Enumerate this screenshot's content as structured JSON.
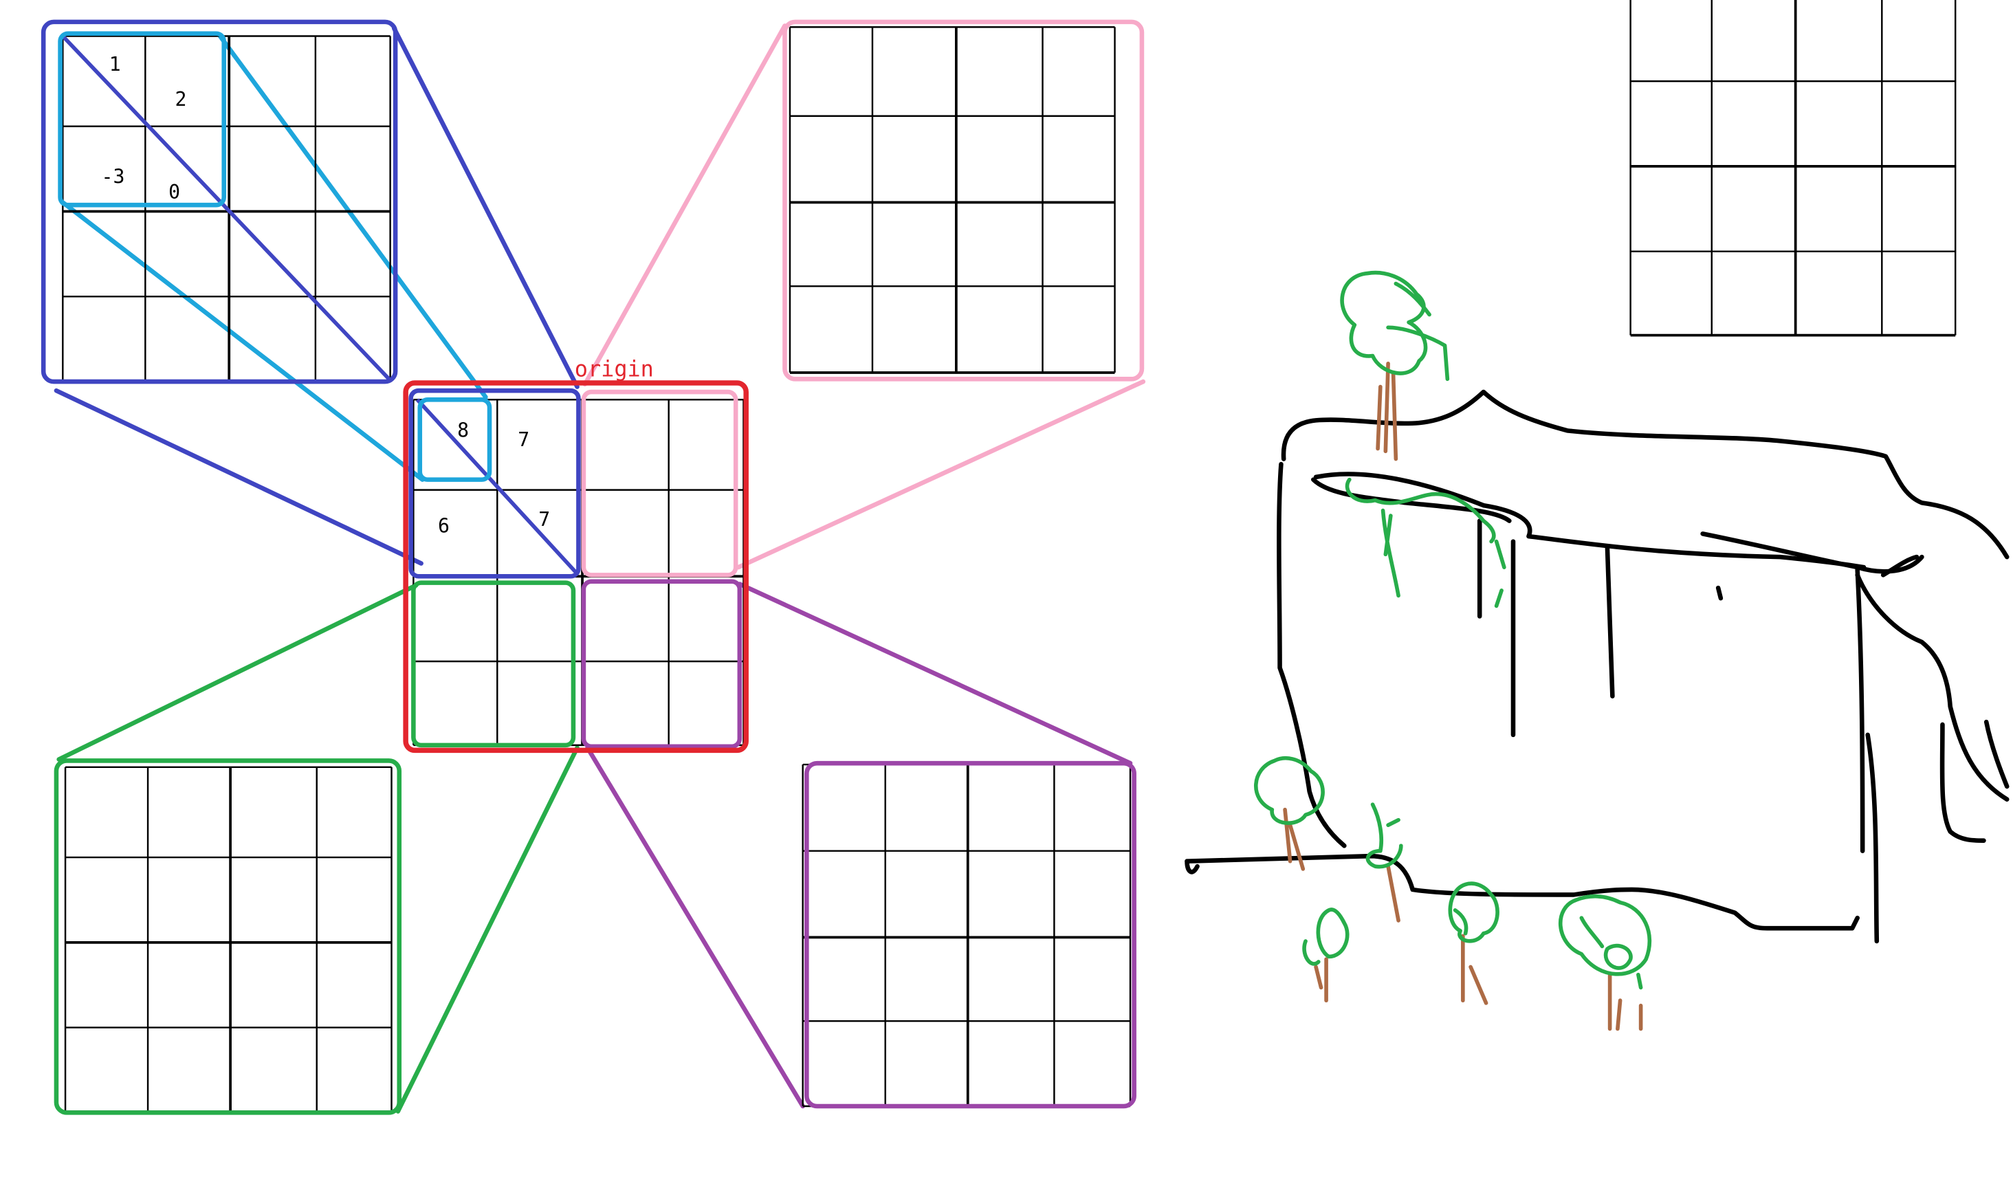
{
  "labels": {
    "origin": "origin"
  },
  "cells": {
    "tl_zoom": {
      "a": "1",
      "b": "2",
      "c": "-3",
      "d": "0"
    },
    "center": {
      "a": "8",
      "b": "7",
      "c": "6",
      "d": "7"
    }
  },
  "colors": {
    "red": "#e3262e",
    "navy": "#3f45c2",
    "cyan": "#1ea6dc",
    "pink": "#f7a9c8",
    "green": "#27ad4a",
    "purple": "#9c46a8",
    "brown": "#ad6b45",
    "ink": "#000000"
  }
}
